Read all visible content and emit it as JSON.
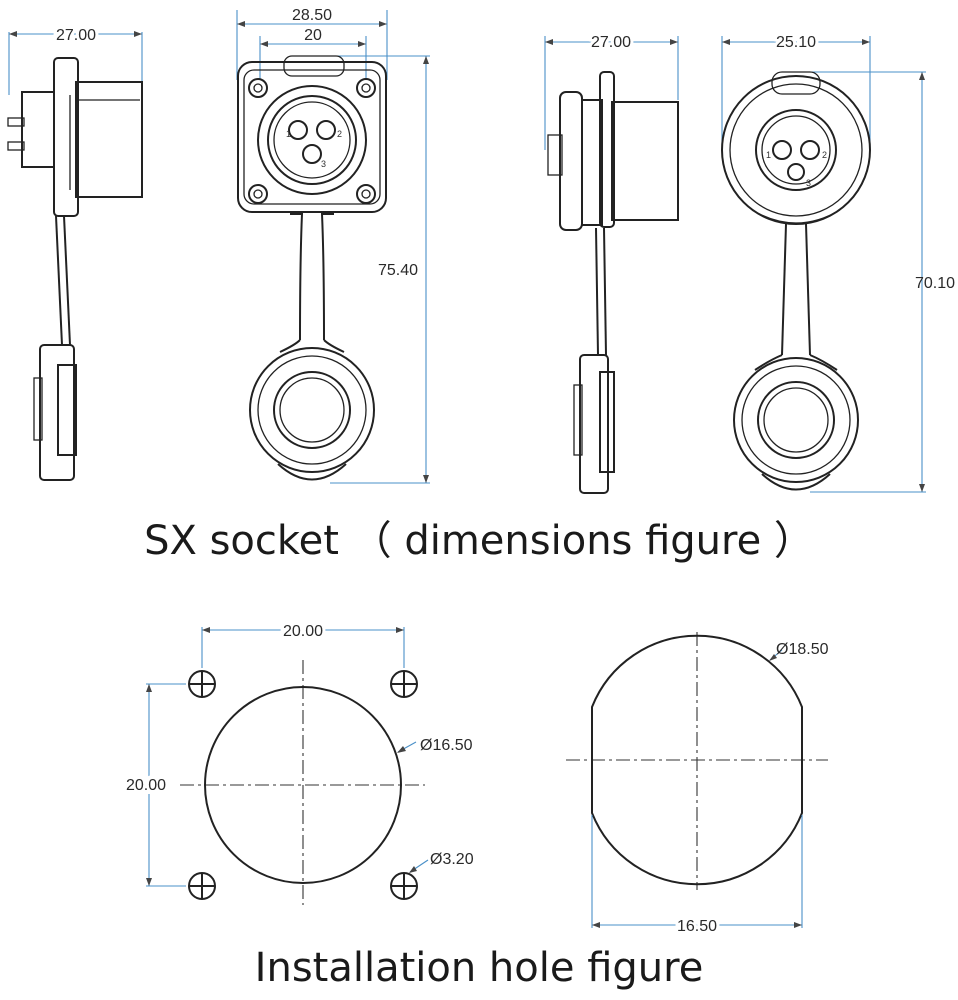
{
  "top_figure": {
    "caption": "SX socket （ dimensions figure ）",
    "dims": {
      "left_side_width": "27.00",
      "front_outer_width": "28.50",
      "front_inner_width": "20",
      "front_height": "75.40",
      "right_side_width": "27.00",
      "right_front_width": "25.10",
      "right_front_height": "70.10"
    },
    "pin_labels_left": [
      "1",
      "2",
      "3"
    ],
    "pin_labels_right": [
      "1",
      "2",
      "3"
    ]
  },
  "bottom_figure": {
    "caption": "Installation hole figure",
    "dims": {
      "hole_spacing_h": "20.00",
      "hole_spacing_v": "20.00",
      "center_hole_dia": "Ø16.50",
      "small_hole_dia": "Ø3.20",
      "d_hole_dia": "Ø18.50",
      "d_hole_flat": "16.50"
    }
  }
}
